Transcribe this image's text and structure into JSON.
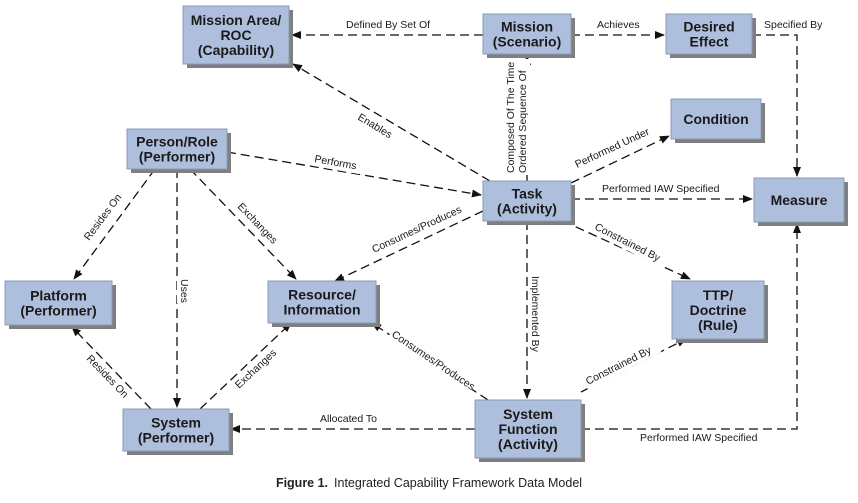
{
  "nodes": {
    "mission_area": [
      "Mission Area/",
      "ROC",
      "(Capability)"
    ],
    "mission": [
      "Mission",
      "(Scenario)"
    ],
    "desired_effect": [
      "Desired",
      "Effect"
    ],
    "condition": [
      "Condition"
    ],
    "person_role": [
      "Person/Role",
      "(Performer)"
    ],
    "task": [
      "Task",
      "(Activity)"
    ],
    "measure": [
      "Measure"
    ],
    "platform": [
      "Platform",
      "(Performer)"
    ],
    "resource": [
      "Resource/",
      "Information"
    ],
    "ttp": [
      "TTP/",
      "Doctrine",
      "(Rule)"
    ],
    "system": [
      "System",
      "(Performer)"
    ],
    "system_function": [
      "System",
      "Function",
      "(Activity)"
    ]
  },
  "edges": {
    "defined_by_set_of": "Defined By Set Of",
    "achieves": "Achieves",
    "specified_by": "Specified By",
    "enables": "Enables",
    "composed_of": [
      "Composed Of The Time",
      "Ordered Sequence Of"
    ],
    "performed_under": "Performed Under",
    "performs": "Performs",
    "performed_iaw_specified_1": "Performed IAW Specified",
    "resides_on_1": "Resides On",
    "exchanges_1": "Exchanges",
    "consumes_produces_1": "Consumes/Produces",
    "constrained_by_1": "Constrained By",
    "uses": "Uses",
    "implemented_by": "Implemented By",
    "resides_on_2": "Resides On",
    "exchanges_2": "Exchanges",
    "consumes_produces_2": "Consumes/Produces",
    "constrained_by_2": "Constrained By",
    "allocated_to": "Allocated To",
    "performed_iaw_specified_2": "Performed IAW Specified"
  },
  "caption": {
    "label": "Figure 1.",
    "text": "Integrated Capability Framework Data Model"
  }
}
